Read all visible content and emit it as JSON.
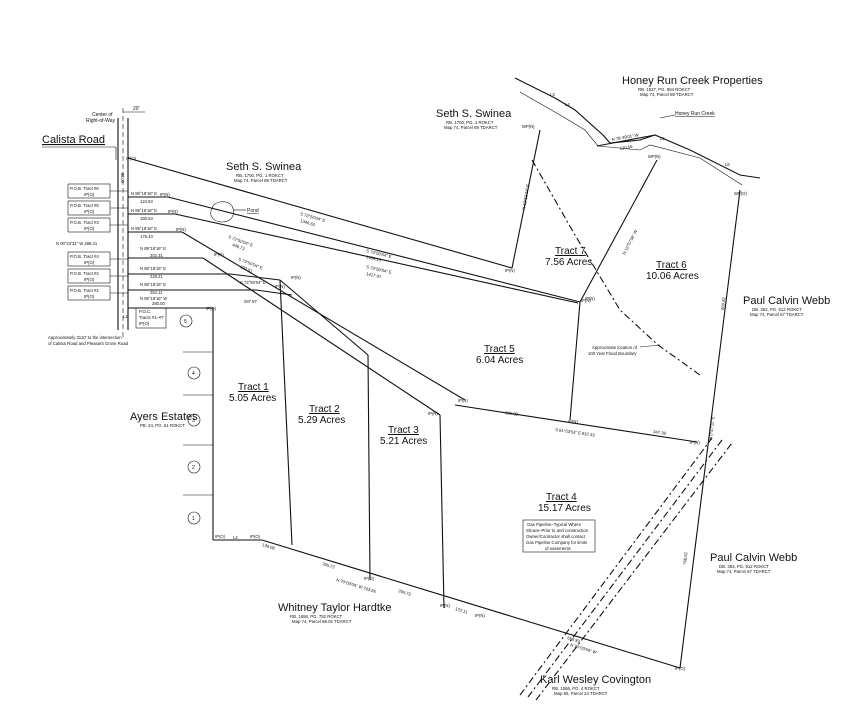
{
  "road": {
    "name": "Calista Road",
    "centerline_label": "Center of",
    "centerline_label2": "Right-of-Way",
    "row_width": "20'",
    "distance_note_1": "Approximately 3110' to the intersection",
    "distance_note_2": "of Calista Road and Pleasant Grove Road",
    "frontage_bearing": "N 00°23'31\" W 486.41"
  },
  "pob_labels": [
    {
      "title": "P.O.B. Tract #6",
      "pin": "IP(O)"
    },
    {
      "title": "P.O.B. Tract #5",
      "pin": "IP(O)"
    },
    {
      "title": "P.O.B. Tract #3",
      "pin": "IP(O)"
    },
    {
      "title": "P.O.B. Tract #4",
      "pin": "IP(O)"
    },
    {
      "title": "P.O.B. Tract #2",
      "pin": "IP(O)"
    },
    {
      "title": "P.O.B. Tract #1",
      "pin": "IP(O)"
    }
  ],
  "poc": {
    "line1": "P.O.C.",
    "line2": "Tracts #1–#7",
    "line3": "IP(O)",
    "bearing": "N 89°18'16\" W",
    "dist": "280.00"
  },
  "owners": [
    {
      "name": "Honey Run Creek Properties",
      "rec1": "RB. 1527, PG. 894 ROKCT",
      "rec2": "Map 74, Parcel 88 TDARCT"
    },
    {
      "name": "Seth S. Swinea",
      "rec1": "RB. 1700, PG. 1 ROKCT",
      "rec2": "Map 74, Parcel 89 TDARCT"
    },
    {
      "name": "Seth S. Swinea",
      "rec1": "RB. 1700, PG. 1 ROKCT",
      "rec2": "Map 74, Parcel 89 TDARCT"
    },
    {
      "name": "Paul Calvin Webb",
      "rec1": "DB. 353, PG. 512 ROKCT",
      "rec2": "Map 74, Parcel 67 TDARCT"
    },
    {
      "name": "Ayers Estates",
      "rec1": "PB. 24, PG. 61 ROKCT",
      "rec2": ""
    },
    {
      "name": "Paul Calvin Webb",
      "rec1": "DB. 353, PG. 512 ROKCT",
      "rec2": "Map 74, Parcel 67 TDARCT"
    },
    {
      "name": "Whitney Taylor Hardtke",
      "rec1": "RB. 1658, PG. 752 ROKCT",
      "rec2": "Map 74, Parcel 58.02 TDARCT"
    },
    {
      "name": "Karl Wesley Covington",
      "rec1": "RB. 1066, PG. 4 ROKCT",
      "rec2": "Map 85, Parcel 24 TDARCT"
    }
  ],
  "tracts": [
    {
      "name": "Tract 1",
      "acres": "5.05 Acres"
    },
    {
      "name": "Tract 2",
      "acres": "5.29 Acres"
    },
    {
      "name": "Tract 3",
      "acres": "5.21 Acres"
    },
    {
      "name": "Tract 4",
      "acres": "15.17 Acres"
    },
    {
      "name": "Tract 5",
      "acres": "6.04 Acres"
    },
    {
      "name": "Tract 6",
      "acres": "10.06 Acres"
    },
    {
      "name": "Tract 7",
      "acres": "7.56 Acres"
    }
  ],
  "features": {
    "pond": "Pond",
    "creek": "Honey Run Creek",
    "flood1": "Approximate location of",
    "flood2": "100 Year Flood Boundary",
    "gas1": "Gas Pipeline–Typical Where",
    "gas2": "Shown–Prior to and construction",
    "gas3": "Owner/Contractor shall contact",
    "gas4": "Gas Pipeline Company for limits",
    "gas5": "of easements"
  },
  "lots": [
    "5",
    "4",
    "3",
    "2",
    "1"
  ],
  "bearings": {
    "b1": "N 89°18'16\" E",
    "d1": "124.63",
    "b2": "N 89°18'16\" E",
    "d2": "150.53",
    "b3": "N 89°18'16\" E",
    "d3": "176.43",
    "b4": "N 89°18'16\" E",
    "d4": "202.31",
    "b5": "N 89°18'16\" E",
    "d5": "228.21",
    "b6": "N 89°18'16\" E",
    "d6": "254.11",
    "s1": "S 73°50'04\" E",
    "s1d": "1346.63",
    "s2": "S 73°50'04\" E",
    "s2d": "1459.15",
    "s3": "S 73°50'04\" E",
    "s3d": "1417.97",
    "s4": "S 73°50'04\" E",
    "s4d": "446.73",
    "s5": "S 73°50'04\" E",
    "s5d": "393.81",
    "s6": "S 73°50'04\" E",
    "s6d": "341.86",
    "s7": "S 73°50'04\" E",
    "s7d": "287.97",
    "f1": "S 81°53'53\" E  632.33",
    "f2": "285.39",
    "f3": "347.39",
    "bot1": "N 70°03'09\" W 763.65",
    "bot2": "265.72",
    "bot3": "139.08",
    "bot4": "265.73",
    "bot5": "122.11",
    "cov": "N 70°03'09\" W",
    "covd": "650.39",
    "cr1": "N 78°49'01\" W",
    "cr1d": "130.56",
    "e1": "N 12°52'24\" E",
    "e2": "N 12°57'56\" W",
    "e3": "N 0°47'11\" E",
    "e4": "768.52",
    "e5": "800.82"
  },
  "pins": {
    "ipo": "IP(O)",
    "ipn": "IP(N)",
    "wpn": "WP(N)",
    "wpo": "WP(O)",
    "l1": "L1",
    "l2": "L2",
    "l3": "L3",
    "l4": "L4",
    "l5": "L5",
    "l6": "L6"
  }
}
